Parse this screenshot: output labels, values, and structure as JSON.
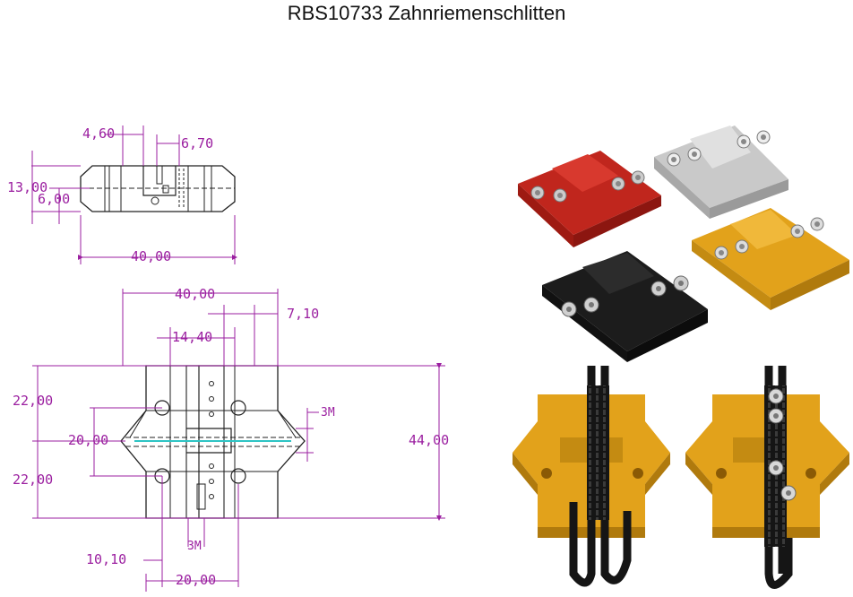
{
  "title": "RBS10733 Zahnriemenschlitten",
  "colors": {
    "dimension": "#9b1fa0",
    "outline": "#222222",
    "center_line": "#2ec4c4",
    "red": "#c0261d",
    "silver": "#c9c9c9",
    "gold": "#e2a21b",
    "black": "#1c1c1c",
    "belt": "#151515"
  },
  "top_view": {
    "dims": {
      "d460": "4,60",
      "d670": "6,70",
      "d1300": "13,00",
      "d600": "6,00",
      "d4000": "40,00"
    }
  },
  "front_view": {
    "dims": {
      "d4000": "40,00",
      "d710": "7,10",
      "d1440": "14,40",
      "d2200a": "22,00",
      "d2000": "20,00",
      "d2200b": "22,00",
      "d4400": "44,00",
      "d3m_a": "3M",
      "d3m_b": "3M",
      "d1010": "10,10",
      "d2000b": "20,00"
    }
  },
  "photos": {
    "products": [
      "red-carriage",
      "silver-carriage",
      "black-carriage",
      "gold-carriage",
      "gold-carriage-with-belt-a",
      "gold-carriage-with-belt-b"
    ]
  }
}
